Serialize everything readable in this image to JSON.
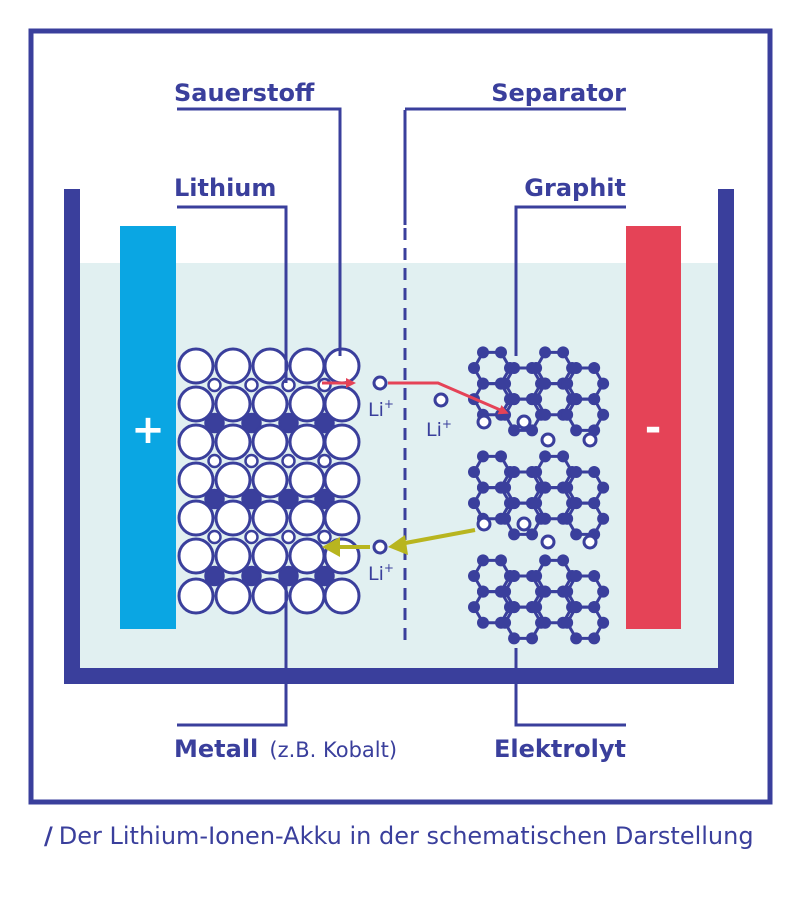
{
  "labels": {
    "sauerstoff": "Sauerstoff",
    "separator": "Separator",
    "lithium": "Lithium",
    "graphit": "Graphit",
    "metall": "Metall",
    "metall_note": "(z.B. Kobalt)",
    "elektrolyt": "Elektrolyt"
  },
  "electrodes": {
    "positive_sign": "+",
    "negative_sign": "-"
  },
  "ions": {
    "symbol": "Li",
    "charge": "+"
  },
  "caption": {
    "slash": "/",
    "text": "Der Lithium-Ionen-Akku in der schematischen Darstellung"
  },
  "colors": {
    "frame": "#3a3f9c",
    "electrolyte": "#e1f0f1",
    "cathode": "#0aa6e3",
    "anode": "#e54357",
    "charge_arrow": "#e54357",
    "discharge_arrow": "#b8b51f",
    "atom_fill": "#ffffff",
    "atom_stroke": "#3a3f9c"
  }
}
